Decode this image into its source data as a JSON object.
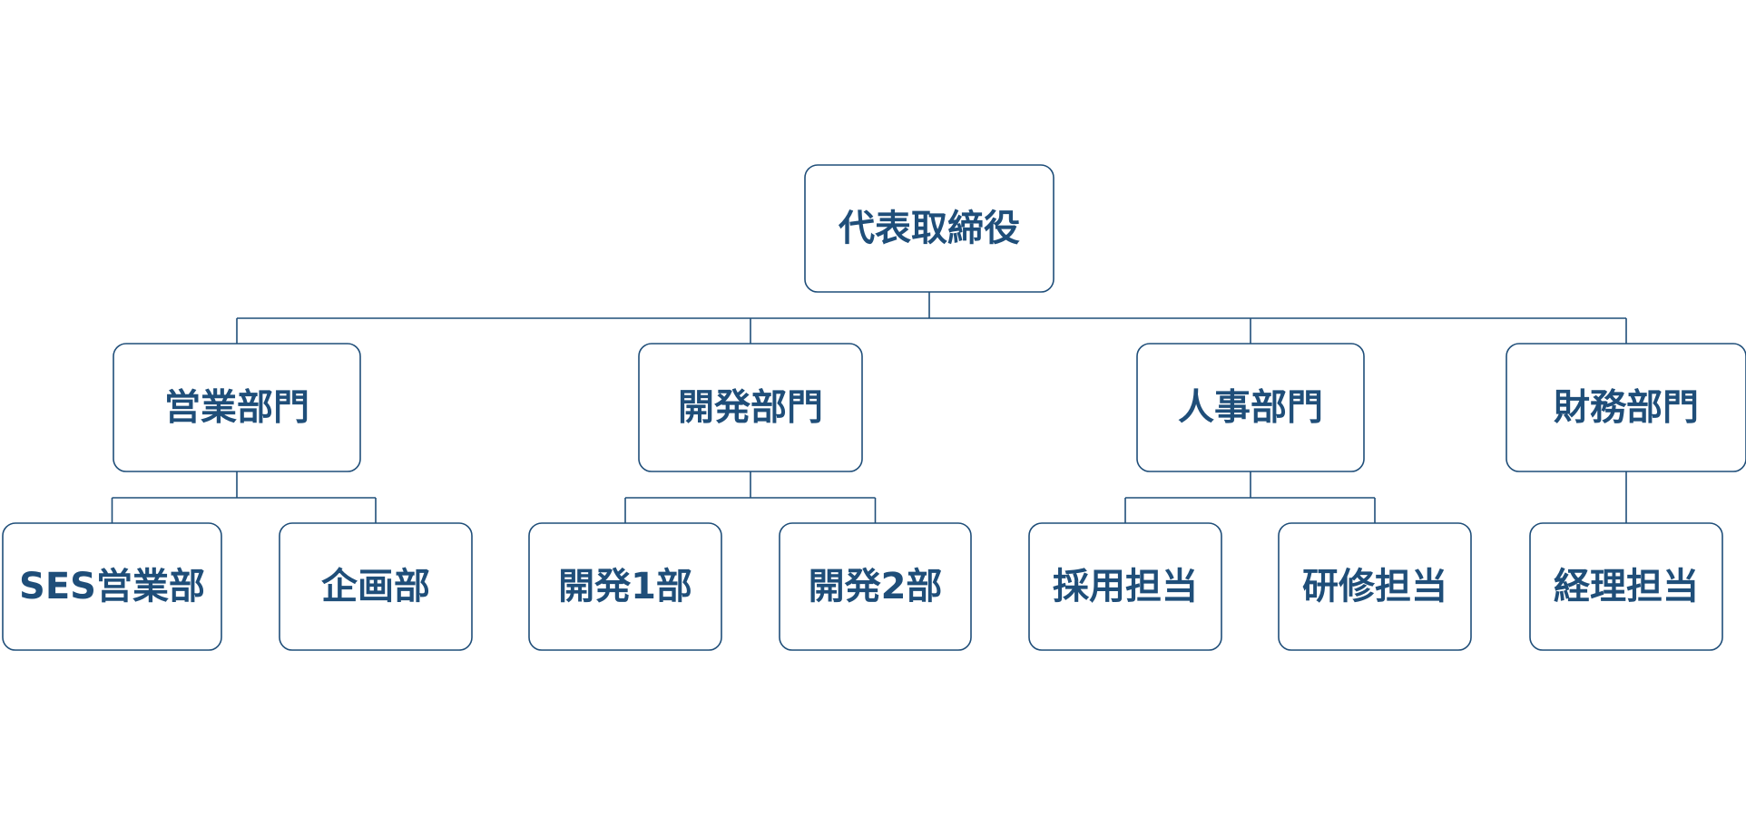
{
  "theme": {
    "line_color": "#1f4e79",
    "text_color": "#1f4e79",
    "box_fill": "#ffffff"
  },
  "org": {
    "root": {
      "label": "代表取締役"
    },
    "departments": [
      {
        "label": "営業部門",
        "children": [
          {
            "label": "SES営業部"
          },
          {
            "label": "企画部"
          }
        ]
      },
      {
        "label": "開発部門",
        "children": [
          {
            "label": "開発1部"
          },
          {
            "label": "開発2部"
          }
        ]
      },
      {
        "label": "人事部門",
        "children": [
          {
            "label": "採用担当"
          },
          {
            "label": "研修担当"
          }
        ]
      },
      {
        "label": "財務部門",
        "children": [
          {
            "label": "経理担当"
          }
        ]
      }
    ]
  }
}
